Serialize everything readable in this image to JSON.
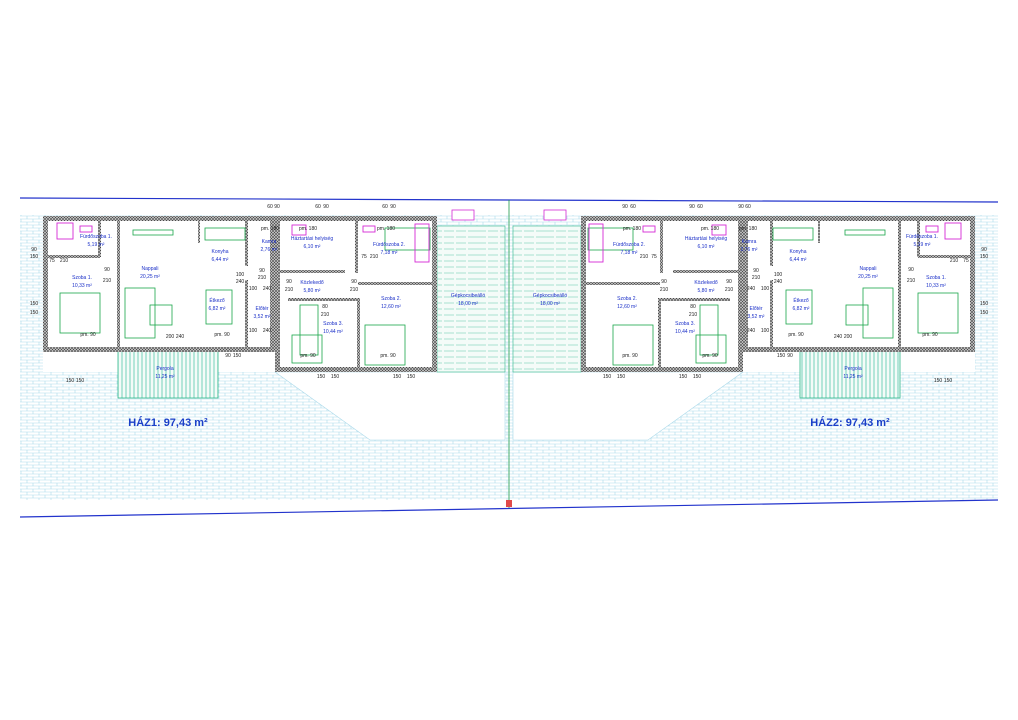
{
  "colors": {
    "border_line": "#2233cc",
    "wall": "#555555",
    "brick": "#9fd3e6",
    "furniture": "#1aa64a",
    "sanitary": "#d42ad4",
    "room_label": "#1a2fc8",
    "dimension": "#e07a2a",
    "carport": "#2fb88a"
  },
  "houses": [
    {
      "total": "HÁZ1: 97,43 m²",
      "rooms": [
        {
          "name": "Fürdőszoba 1.",
          "area": "5,19 m²"
        },
        {
          "name": "Szoba 1.",
          "area": "10,33 m²"
        },
        {
          "name": "Nappali",
          "area": "20,25 m²"
        },
        {
          "name": "Konyha",
          "area": "6,44 m²"
        },
        {
          "name": "Étkező",
          "area": "6,82 m²"
        },
        {
          "name": "Kamra",
          "area": "2,76 m²"
        },
        {
          "name": "Előtér",
          "area": "3,52 m²"
        },
        {
          "name": "Háztartási helyiség",
          "area": "6,10 m²"
        },
        {
          "name": "Közlekedő",
          "area": "5,80 m²"
        },
        {
          "name": "Fürdőszoba 2.",
          "area": "7,18 m²"
        },
        {
          "name": "Szoba 2.",
          "area": "12,60 m²"
        },
        {
          "name": "Szoba 3.",
          "area": "10,44 m²"
        },
        {
          "name": "Gépkocsibeálló",
          "area": "18,00 m²"
        },
        {
          "name": "Pergola",
          "area": "11,25 m²"
        }
      ],
      "dimensions": [
        "90",
        "150",
        "150",
        "150",
        "90",
        "210",
        "90",
        "210",
        "pm. 90",
        "pm. 90",
        "150",
        "150",
        "200",
        "240",
        "90",
        "150",
        "100",
        "240",
        "100",
        "240",
        "60",
        "90",
        "60",
        "90",
        "60",
        "90",
        "pm. 180",
        "pm. 180",
        "pm. 180",
        "75",
        "210",
        "90",
        "210",
        "100",
        "240",
        "90",
        "210",
        "80",
        "210",
        "pm. 90",
        "pm. 90",
        "150",
        "150",
        "150",
        "150",
        "75",
        "210"
      ]
    },
    {
      "total": "HÁZ2: 97,43 m²",
      "rooms": [
        {
          "name": "Fürdőszoba 1.",
          "area": "5,19 m²"
        },
        {
          "name": "Szoba 1.",
          "area": "10,33 m²"
        },
        {
          "name": "Nappali",
          "area": "20,25 m²"
        },
        {
          "name": "Konyha",
          "area": "6,44 m²"
        },
        {
          "name": "Étkező",
          "area": "6,82 m²"
        },
        {
          "name": "Kamra",
          "area": "2,76 m²"
        },
        {
          "name": "Előtér",
          "area": "3,52 m²"
        },
        {
          "name": "Háztartási helyiség",
          "area": "6,10 m²"
        },
        {
          "name": "Közlekedő",
          "area": "5,80 m²"
        },
        {
          "name": "Fürdőszoba 2.",
          "area": "7,18 m²"
        },
        {
          "name": "Szoba 2.",
          "area": "12,60 m²"
        },
        {
          "name": "Szoba 3.",
          "area": "10,44 m²"
        },
        {
          "name": "Gépkocsibeálló",
          "area": "18,00 m²"
        },
        {
          "name": "Pergola",
          "area": "11,25 m²"
        }
      ],
      "dimensions": [
        "90",
        "150",
        "150",
        "150",
        "90",
        "210",
        "90",
        "210",
        "pm. 90",
        "pm. 90",
        "150",
        "150",
        "200",
        "240",
        "90",
        "150",
        "100",
        "240",
        "100",
        "240",
        "60",
        "90",
        "60",
        "90",
        "60",
        "90",
        "pm. 180",
        "pm. 180",
        "pm. 180",
        "75",
        "210",
        "90",
        "210",
        "100",
        "240",
        "90",
        "210",
        "80",
        "210",
        "pm. 90",
        "pm. 90",
        "150",
        "150",
        "150",
        "150",
        "75",
        "210"
      ]
    }
  ]
}
